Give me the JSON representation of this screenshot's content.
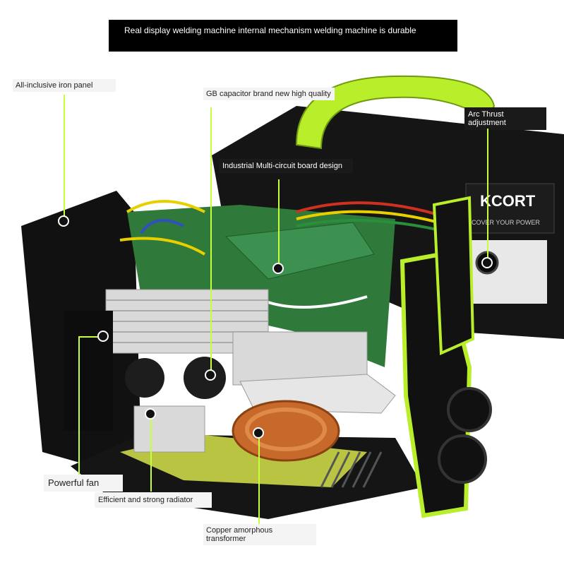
{
  "banner": {
    "text": "Real display welding machine internal mechanism welding machine is durable"
  },
  "labels": {
    "iron_panel": "All-inclusive iron panel",
    "capacitor": "GB capacitor brand new high quality",
    "circuit_board": "Industrial Multi-circuit board design",
    "arc_thrust": "Arc Thrust adjustment",
    "fan": "Powerful fan",
    "radiator": "Efficient and strong radiator",
    "transformer": "Copper amorphous transformer"
  },
  "machine": {
    "brand": "KCORT",
    "slogan": "COVER YOUR POWER",
    "colors": {
      "body": "#111111",
      "accent": "#b8ef2a",
      "heatsink": "#d9d9d9",
      "board": "#2f7a3a",
      "copper": "#c7692a"
    }
  }
}
